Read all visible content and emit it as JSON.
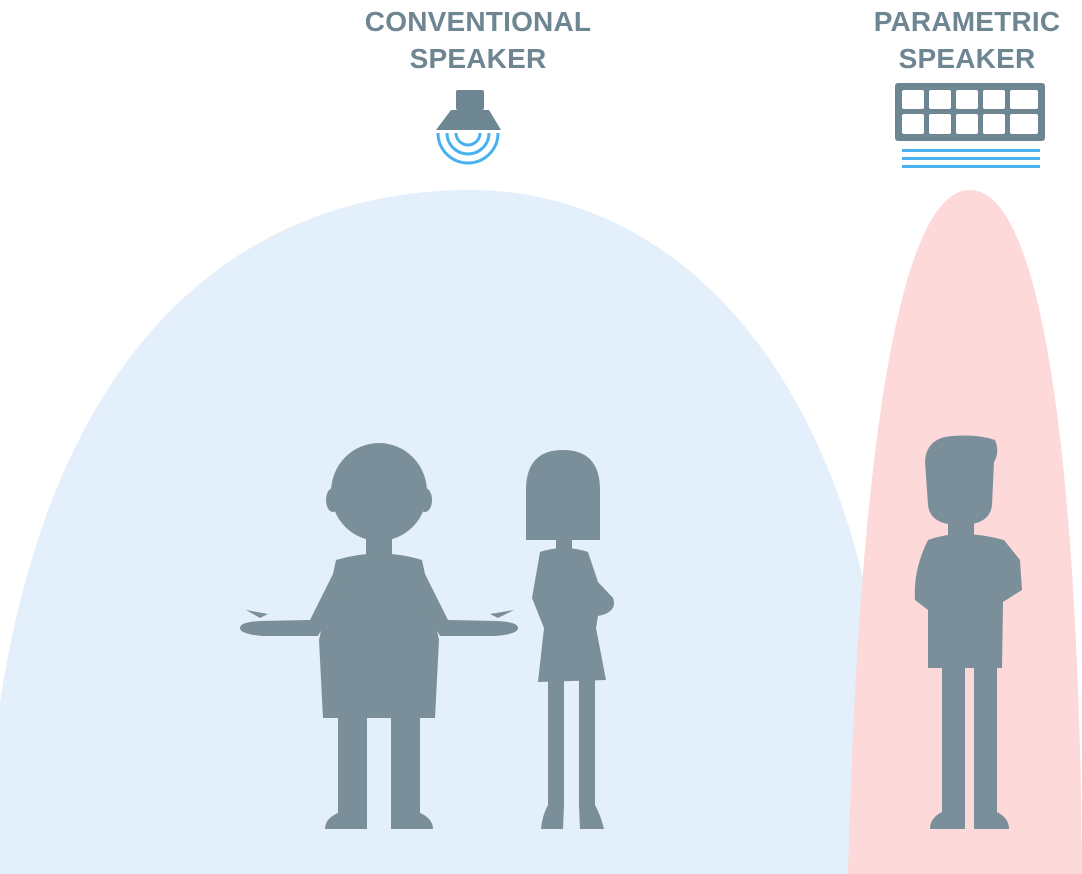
{
  "conventional": {
    "label_line1": "CONVENTIONAL",
    "label_line2": "SPEAKER",
    "icon": "ceiling-speaker-icon",
    "zone_color": "#e3effb"
  },
  "parametric": {
    "label_line1": "PARAMETRIC",
    "label_line2": "SPEAKER",
    "icon": "panel-speaker-icon",
    "zone_color": "#fdd9d9"
  },
  "colors": {
    "text": "#6e8592",
    "silhouette": "#7a8f99",
    "speaker_body": "#6e8592",
    "wave": "#47b2ee"
  }
}
